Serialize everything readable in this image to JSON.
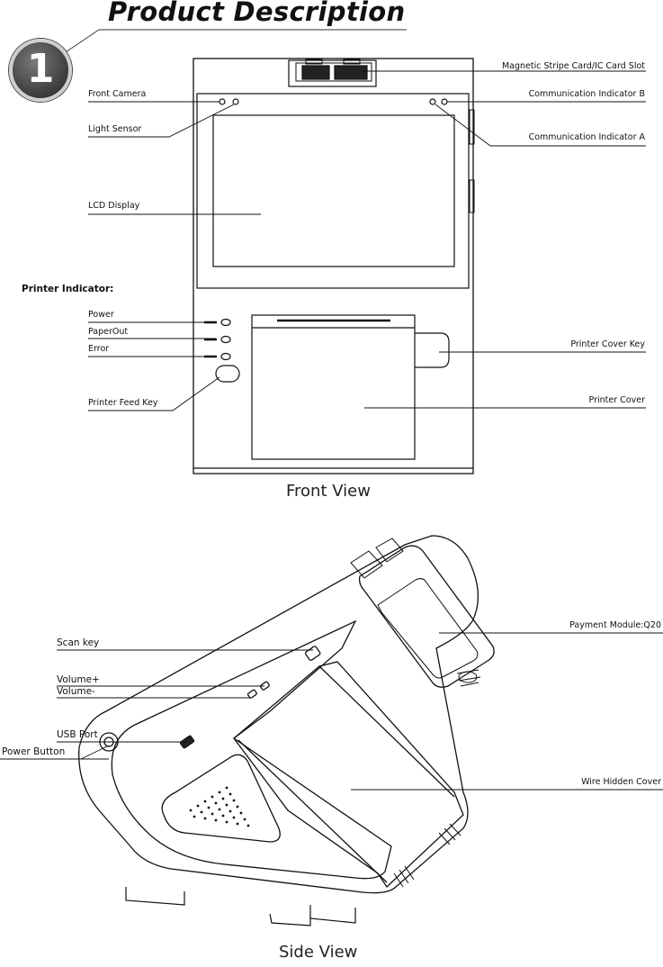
{
  "header": {
    "title": "Product Description",
    "badge": "1"
  },
  "front_view": {
    "caption": "Front View",
    "labels": {
      "card_slot": "Magnetic Stripe Card/IC Card Slot",
      "front_camera": "Front Camera",
      "comm_indicator_b": "Communication Indicator B",
      "light_sensor": "Light Sensor",
      "comm_indicator_a": "Communication Indicator A",
      "lcd_display": "LCD Display",
      "printer_indicator": "Printer Indicator:",
      "power": "Power",
      "paper_out": "PaperOut",
      "error": "Error",
      "printer_cover_key": "Printer Cover Key",
      "printer_feed_key": "Printer Feed Key",
      "printer_cover": "Printer Cover"
    }
  },
  "side_view": {
    "caption": "Side View",
    "labels": {
      "scan_key": "Scan key",
      "payment_module": "Payment Module:Q20",
      "volume_plus": "Volume+",
      "volume_minus": "Volume-",
      "usb_port": "USB Port",
      "wire_hidden_cover": "Wire Hidden Cover",
      "power_button": "Power Button"
    }
  }
}
